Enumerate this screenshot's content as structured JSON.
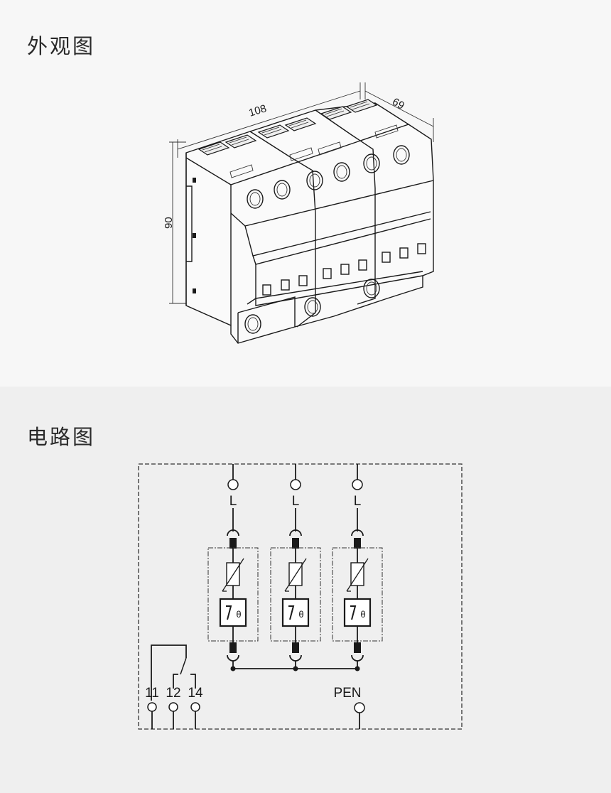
{
  "appearance": {
    "title": "外观图",
    "dimensions": {
      "width": "108",
      "depth": "69",
      "height": "90"
    }
  },
  "circuit": {
    "title": "电路图",
    "line_labels": [
      "L",
      "L",
      "L"
    ],
    "thermal_symbol": "θ",
    "contact_labels": [
      "11",
      "12",
      "14"
    ],
    "pen_label": "PEN"
  }
}
